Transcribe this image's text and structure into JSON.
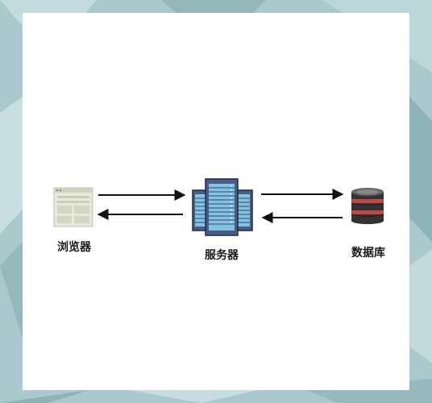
{
  "nodes": {
    "browser": {
      "label": "浏览器",
      "icon": "browser-window-icon"
    },
    "server": {
      "label": "服务器",
      "icon": "server-rack-icon"
    },
    "database": {
      "label": "数据库",
      "icon": "database-icon"
    }
  },
  "colors": {
    "background": "#a9c9cc",
    "card": "#ffffff",
    "arrow": "#111111",
    "server_body": "#4a5b84",
    "server_slot": "#7fc4e3",
    "database_dark": "#333333",
    "database_red": "#c44545",
    "browser_frame": "#dfe3d3"
  }
}
